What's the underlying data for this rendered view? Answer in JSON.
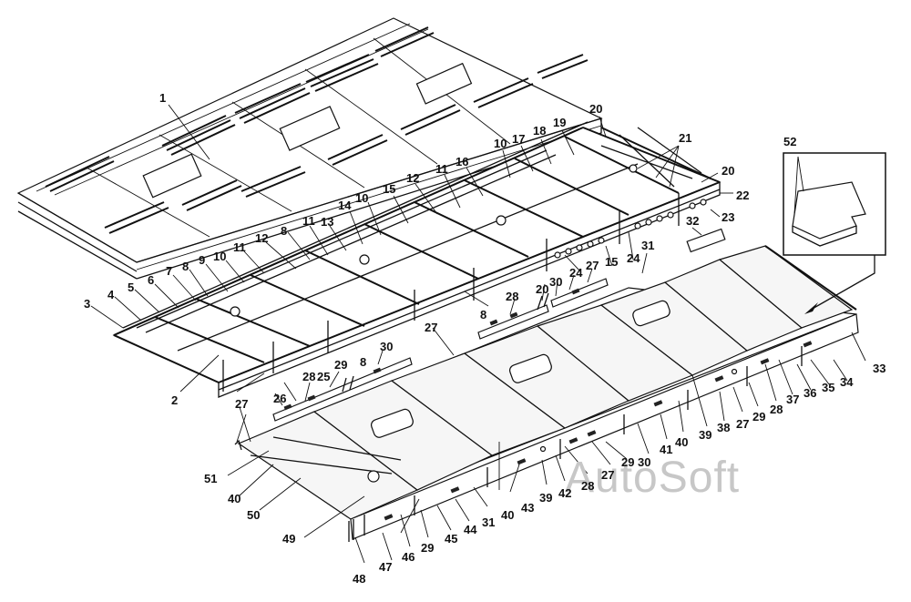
{
  "diagram": {
    "watermark": "AutoSoft",
    "callouts": [
      {
        "id": "c1",
        "text": "1"
      },
      {
        "id": "c2",
        "text": "2"
      },
      {
        "id": "c3",
        "text": "3"
      },
      {
        "id": "c4",
        "text": "4"
      },
      {
        "id": "c5",
        "text": "5"
      },
      {
        "id": "c6",
        "text": "6"
      },
      {
        "id": "c7",
        "text": "7"
      },
      {
        "id": "c8a",
        "text": "8"
      },
      {
        "id": "c8b",
        "text": "8"
      },
      {
        "id": "c8c",
        "text": "8"
      },
      {
        "id": "c8d",
        "text": "8"
      },
      {
        "id": "c9",
        "text": "9"
      },
      {
        "id": "c10a",
        "text": "10"
      },
      {
        "id": "c10b",
        "text": "10"
      },
      {
        "id": "c10c",
        "text": "10"
      },
      {
        "id": "c11a",
        "text": "11"
      },
      {
        "id": "c11b",
        "text": "11"
      },
      {
        "id": "c11c",
        "text": "11"
      },
      {
        "id": "c12a",
        "text": "12"
      },
      {
        "id": "c12b",
        "text": "12"
      },
      {
        "id": "c13",
        "text": "13"
      },
      {
        "id": "c14",
        "text": "14"
      },
      {
        "id": "c15a",
        "text": "15"
      },
      {
        "id": "c15b",
        "text": "15"
      },
      {
        "id": "c16",
        "text": "16"
      },
      {
        "id": "c17",
        "text": "17"
      },
      {
        "id": "c18",
        "text": "18"
      },
      {
        "id": "c19",
        "text": "19"
      },
      {
        "id": "c20a",
        "text": "20"
      },
      {
        "id": "c20b",
        "text": "20"
      },
      {
        "id": "c20c",
        "text": "20"
      },
      {
        "id": "c21",
        "text": "21"
      },
      {
        "id": "c22",
        "text": "22"
      },
      {
        "id": "c23",
        "text": "23"
      },
      {
        "id": "c24a",
        "text": "24"
      },
      {
        "id": "c24b",
        "text": "24"
      },
      {
        "id": "c25",
        "text": "25"
      },
      {
        "id": "c26",
        "text": "26"
      },
      {
        "id": "c27a",
        "text": "27"
      },
      {
        "id": "c27b",
        "text": "27"
      },
      {
        "id": "c27c",
        "text": "27"
      },
      {
        "id": "c27d",
        "text": "27"
      },
      {
        "id": "c27e",
        "text": "27"
      },
      {
        "id": "c28a",
        "text": "28"
      },
      {
        "id": "c28b",
        "text": "28"
      },
      {
        "id": "c28c",
        "text": "28"
      },
      {
        "id": "c28d",
        "text": "28"
      },
      {
        "id": "c29a",
        "text": "29"
      },
      {
        "id": "c29b",
        "text": "29"
      },
      {
        "id": "c29c",
        "text": "29"
      },
      {
        "id": "c29d",
        "text": "29"
      },
      {
        "id": "c30a",
        "text": "30"
      },
      {
        "id": "c30b",
        "text": "30"
      },
      {
        "id": "c30c",
        "text": "30"
      },
      {
        "id": "c31a",
        "text": "31"
      },
      {
        "id": "c31b",
        "text": "31"
      },
      {
        "id": "c32",
        "text": "32"
      },
      {
        "id": "c33",
        "text": "33"
      },
      {
        "id": "c34",
        "text": "34"
      },
      {
        "id": "c35",
        "text": "35"
      },
      {
        "id": "c36",
        "text": "36"
      },
      {
        "id": "c37",
        "text": "37"
      },
      {
        "id": "c38",
        "text": "38"
      },
      {
        "id": "c39a",
        "text": "39"
      },
      {
        "id": "c39b",
        "text": "39"
      },
      {
        "id": "c40a",
        "text": "40"
      },
      {
        "id": "c40b",
        "text": "40"
      },
      {
        "id": "c40c",
        "text": "40"
      },
      {
        "id": "c41",
        "text": "41"
      },
      {
        "id": "c42",
        "text": "42"
      },
      {
        "id": "c43",
        "text": "43"
      },
      {
        "id": "c44",
        "text": "44"
      },
      {
        "id": "c45",
        "text": "45"
      },
      {
        "id": "c46",
        "text": "46"
      },
      {
        "id": "c47",
        "text": "47"
      },
      {
        "id": "c48",
        "text": "48"
      },
      {
        "id": "c49",
        "text": "49"
      },
      {
        "id": "c50",
        "text": "50"
      },
      {
        "id": "c51",
        "text": "51"
      },
      {
        "id": "c52",
        "text": "52"
      }
    ]
  }
}
